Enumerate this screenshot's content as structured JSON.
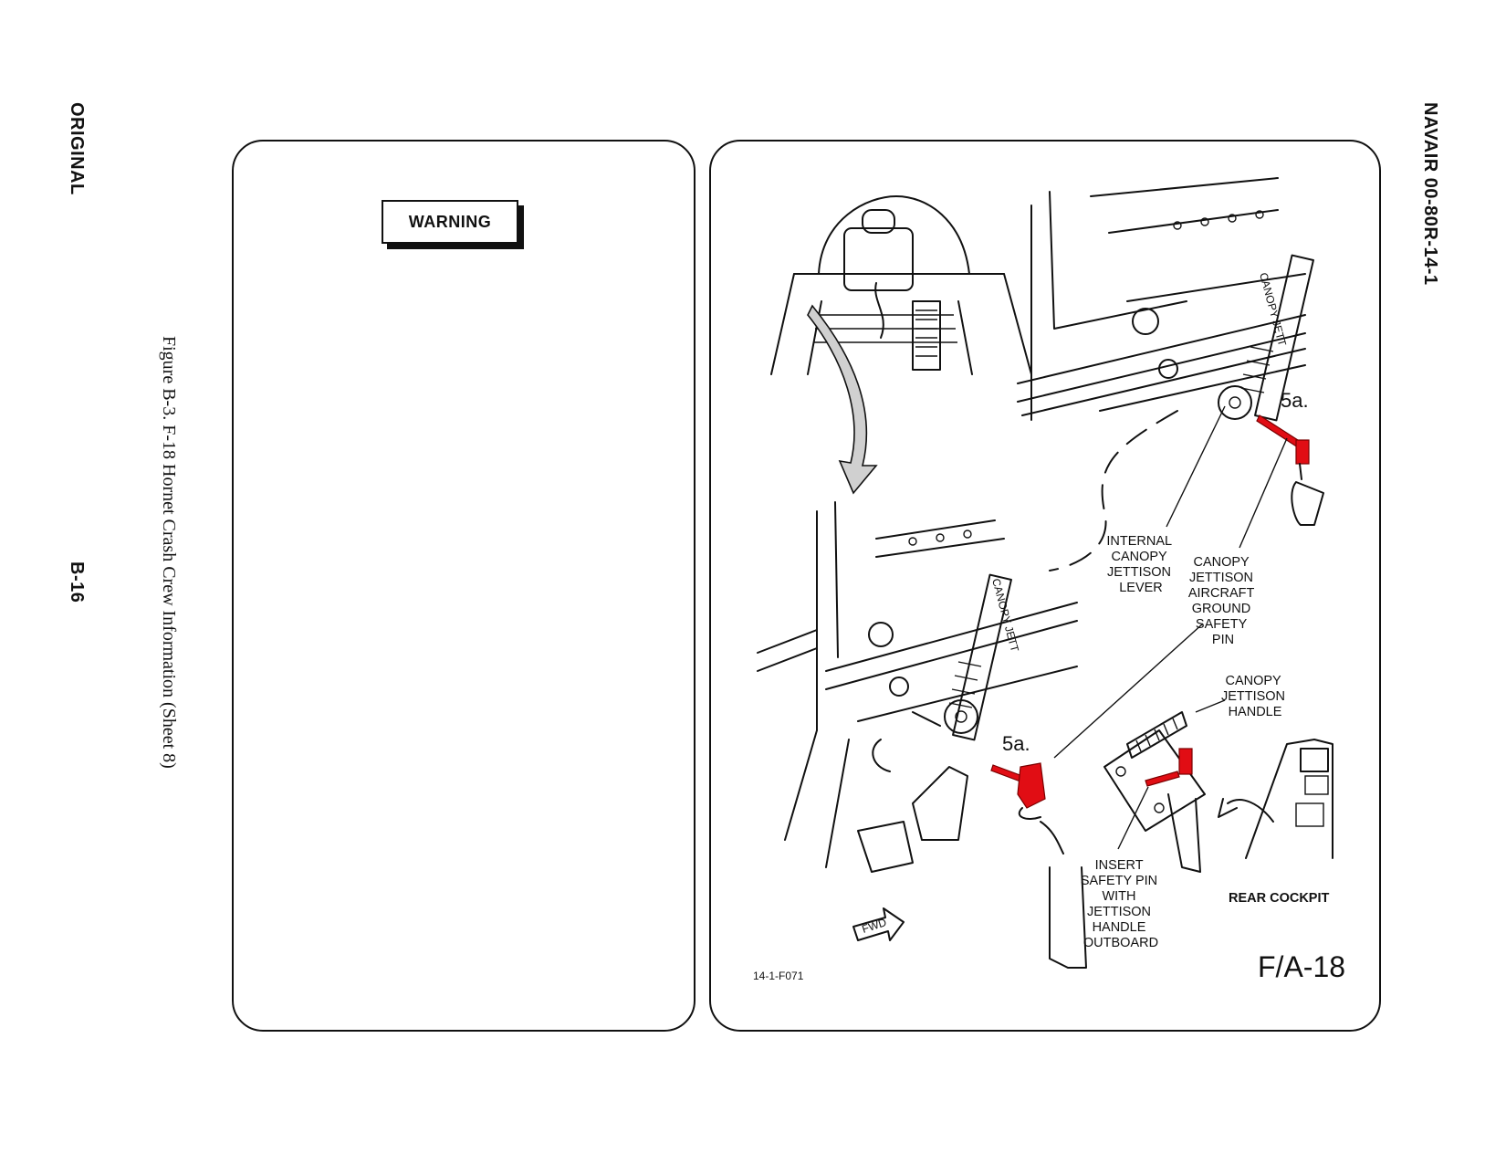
{
  "header": {
    "left_margin": "ORIGINAL",
    "page_number": "B-16",
    "document_number": "NAVAIR 00-80R-14-1"
  },
  "figure": {
    "caption": "Figure B-3.  F-18 Hornet Crash Crew Information (Sheet 8)"
  },
  "warning_panel": {
    "title": "WARNING"
  },
  "illustration": {
    "callouts": {
      "ref_top": "5a.",
      "ref_bottom": "5a.",
      "internal_lever": [
        "INTERNAL",
        "CANOPY",
        "JETTISON",
        "LEVER"
      ],
      "ground_safety_pin": [
        "CANOPY",
        "JETTISON",
        "AIRCRAFT",
        "GROUND",
        "SAFETY",
        "PIN"
      ],
      "jettison_handle": [
        "CANOPY",
        "JETTISON",
        "HANDLE"
      ],
      "insert_pin": [
        "INSERT",
        "SAFETY PIN",
        "WITH",
        "JETTISON",
        "HANDLE",
        "OUTBOARD"
      ],
      "rear_cockpit": "REAR COCKPIT",
      "fwd_arrow": "FWD",
      "lever_text_top": "CANOPY JETT",
      "lever_text_bottom": "CANOPY JETT"
    },
    "figure_id": "14-1-F071",
    "model": "F/A-18",
    "highlight_color": "#e10d14"
  }
}
